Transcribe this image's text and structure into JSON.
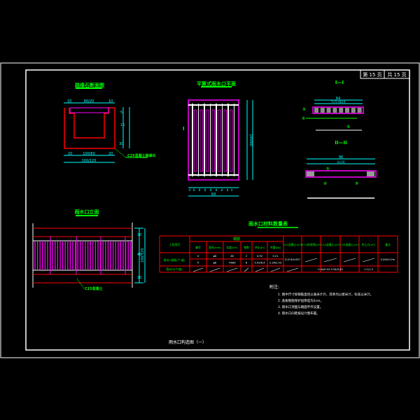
{
  "title_block": {
    "sheet": "第 15 页",
    "total": "共 15 页"
  },
  "views": {
    "curb_section": {
      "title": "路缘石断面图",
      "dims_top": [
        "10",
        "80/20",
        "10"
      ],
      "dims_bottom": [
        "20",
        "100/80",
        "20"
      ],
      "dim_total": "100/120",
      "dims_side": [
        "5",
        "15",
        "30"
      ],
      "callout": "C25混凝土路缘石"
    },
    "grate_plan": {
      "title": "平箅式雨水口平面",
      "dims_bottom": [
        "4",
        "8",
        "8",
        "8",
        "8",
        "8",
        "8",
        "8",
        "4"
      ],
      "dim_total": "64",
      "dim_side": "100/80",
      "section_mark": "I"
    },
    "section_1": {
      "title": "I—I",
      "dim_top": "64",
      "dim_sub": "7×5+8×4",
      "labels": [
        "①",
        "②",
        "③"
      ]
    },
    "section_2": {
      "title": "II—II",
      "dim_top": "96",
      "dim_sub": "4×16",
      "labels": [
        "①",
        "②",
        "③"
      ]
    },
    "elevation": {
      "title": "雨水口立面",
      "dims_side": [
        "10",
        "40",
        "10",
        "100/120"
      ],
      "callout": "C15混凝土"
    }
  },
  "table": {
    "title": "雨水口材料数量表",
    "group_header": "钢筋",
    "headers": [
      "工程项目",
      "编号",
      "直径(mm)",
      "长度(cm)",
      "根数",
      "共长(m)",
      "共重(kg)",
      "C25混凝土(m³)",
      "M7.5砂浆砌(m³)",
      "C15混凝土(m³)",
      "C20混凝土(m³)",
      "挖土方(m³)",
      "备注"
    ],
    "rows": [
      {
        "item": "雨水口盖板(个/座)",
        "cells": [
          "①",
          "φ8",
          "46",
          "2",
          "0.92",
          "0.21",
          "0.074/0.057",
          "/",
          "/",
          "/",
          "/",
          "0.09/0.07m"
        ]
      },
      {
        "item": "",
        "cells": [
          "②",
          "φ8",
          "74/80",
          "8",
          "5.92/6.4",
          "2.34/2.53",
          "",
          "",
          "",
          "",
          "",
          ""
        ]
      },
      {
        "item": "雨水口(个/座)",
        "cells": [
          "/",
          "/",
          "/",
          "/",
          "/",
          "/",
          "/",
          "",
          "0.44/0.52 0.34/0.40",
          "",
          "1.1/1.3",
          ""
        ]
      }
    ]
  },
  "notes": {
    "heading": "附注:",
    "items": [
      "1. 图中尺寸除钢筋直径以毫米计外，其余均以厘米计，标高以米计。",
      "2. 盖板钢筋保护层厚度为2cm。",
      "3. 雨水口顶面与路面平齐设置。",
      "4. 雨水口间距按设计图布置。"
    ]
  },
  "drawing_title": "雨水口构造图（一）",
  "colors": {
    "frame": "#ffffff",
    "text": "#00ff00",
    "dim": "#00ffff",
    "concrete": "#ff0000",
    "rebar": "#ff00ff"
  }
}
